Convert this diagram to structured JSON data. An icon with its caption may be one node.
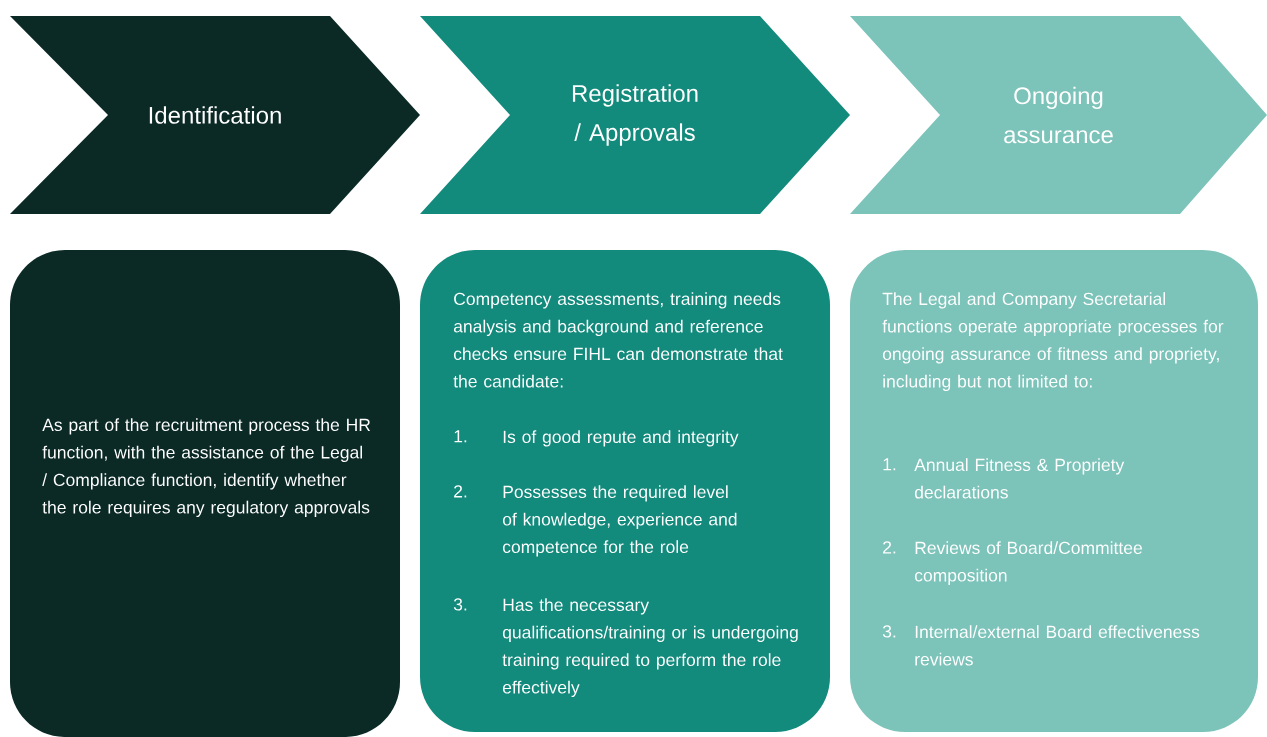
{
  "diagram": {
    "nodes": [
      {
        "text": [
          "Identification"
        ]
      },
      {
        "text": [
          "Registration / Approvals"
        ]
      },
      {
        "text": [
          "Ongoing assurance"
        ]
      },
      {
        "text": [
          "As part of the recruitment process the HR function, with the assistance of the Legal / Compliance function, identify whether the role requires any regulatory approvals"
        ]
      },
      {
        "text": [
          "Competency assessments, training needs analysis and background and reference checks ensure FIHL can demonstrate that the candidate:",
          "1.",
          "Is of good repute and integrity",
          "2.",
          "Possesses the required level of knowledge, experience and competence for the role",
          "3.",
          "Has the necessary qualifications/training or is undergoing training required to perform the role effectively"
        ]
      },
      {
        "text": [
          "The Legal and Company Secretarial functions operate appropriate processes for ongoing assurance of fitness and propriety, including but not limited to:",
          "1.",
          "Annual Fitness & Propriety declarations",
          "2.",
          "Reviews of Board/Committee composition",
          "3.",
          "Internal/external Board effectiveness reviews"
        ]
      }
    ]
  }
}
